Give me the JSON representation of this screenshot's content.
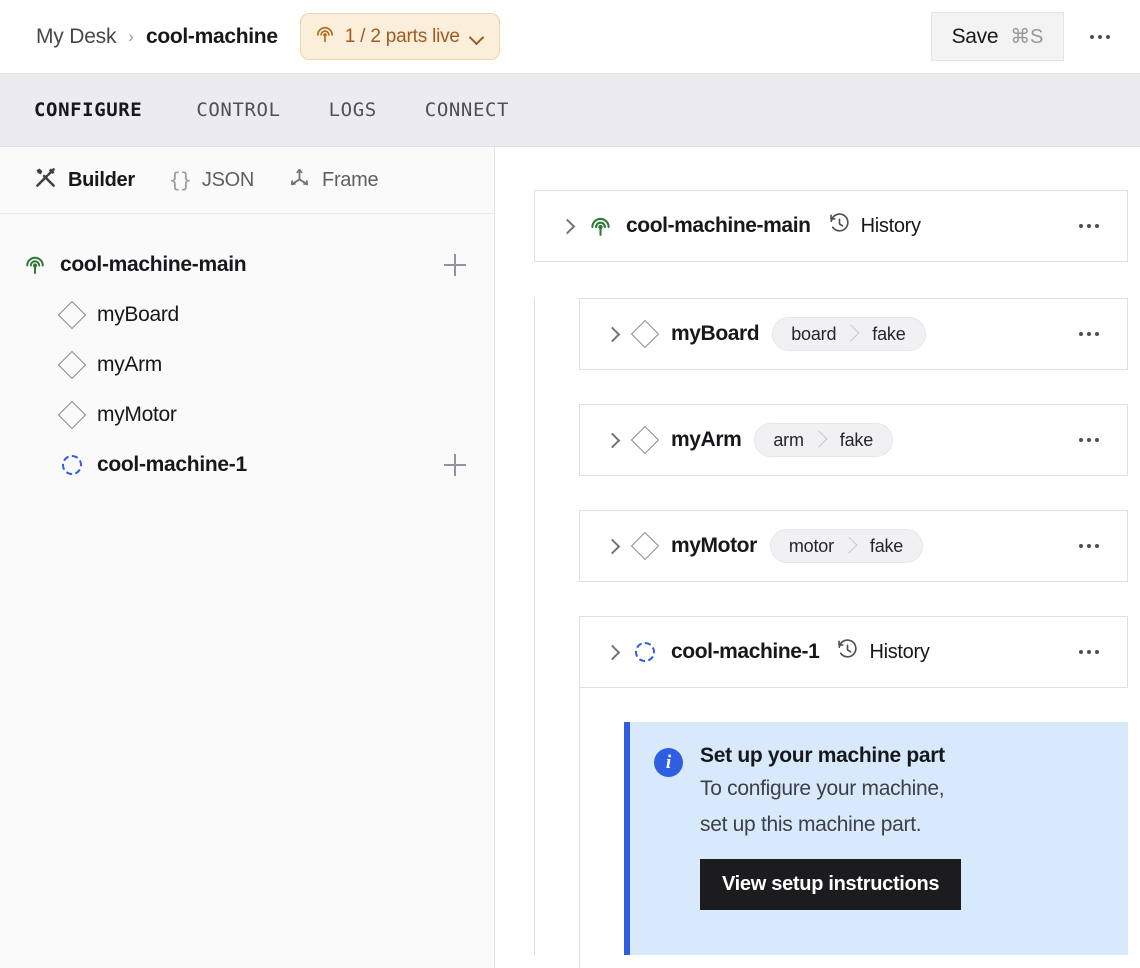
{
  "header": {
    "breadcrumb": {
      "parent": "My Desk",
      "separator": "›",
      "current": "cool-machine"
    },
    "parts_badge": {
      "label": "1 / 2 parts live",
      "icon": "radar-icon",
      "chevron": "chevron-down-icon",
      "bg_color": "#fbeedb",
      "text_color": "#9d5c22"
    },
    "save_button": {
      "label": "Save",
      "shortcut": "⌘S"
    },
    "overflow": "more-options-icon"
  },
  "tabs": [
    {
      "label": "CONFIGURE",
      "active": true
    },
    {
      "label": "CONTROL",
      "active": false
    },
    {
      "label": "LOGS",
      "active": false
    },
    {
      "label": "CONNECT",
      "active": false
    }
  ],
  "subtabs": [
    {
      "label": "Builder",
      "icon": "tools-icon",
      "active": true
    },
    {
      "label": "JSON",
      "icon": "braces-icon",
      "active": false
    },
    {
      "label": "Frame",
      "icon": "axes-icon",
      "active": false
    }
  ],
  "sidebar": {
    "tree": [
      {
        "label": "cool-machine-main",
        "icon": "radar-icon",
        "level": 0,
        "bold": true,
        "has_add": true,
        "add_label": "+"
      },
      {
        "label": "myBoard",
        "icon": "diamond-icon",
        "level": 1,
        "bold": false,
        "has_add": false
      },
      {
        "label": "myArm",
        "icon": "diamond-icon",
        "level": 1,
        "bold": false,
        "has_add": false
      },
      {
        "label": "myMotor",
        "icon": "diamond-icon",
        "level": 1,
        "bold": false,
        "has_add": false
      },
      {
        "label": "cool-machine-1",
        "icon": "dashed-circle-icon",
        "level": 1,
        "bold": true,
        "has_add": true,
        "add_label": "+"
      }
    ]
  },
  "main": {
    "root_card": {
      "title": "cool-machine-main",
      "icon": "radar-icon",
      "caret": "chevron-right-icon",
      "history_label": "History",
      "history_icon": "clock-history-icon",
      "overflow": "more-options-icon"
    },
    "part_cards": [
      {
        "title": "myBoard",
        "icon": "diamond-icon",
        "caret": "chevron-right-icon",
        "chip": {
          "type": "board",
          "model": "fake"
        },
        "overflow": "more-options-icon"
      },
      {
        "title": "myArm",
        "icon": "diamond-icon",
        "caret": "chevron-right-icon",
        "chip": {
          "type": "arm",
          "model": "fake"
        },
        "overflow": "more-options-icon"
      },
      {
        "title": "myMotor",
        "icon": "diamond-icon",
        "caret": "chevron-right-icon",
        "chip": {
          "type": "motor",
          "model": "fake"
        },
        "overflow": "more-options-icon"
      },
      {
        "title": "cool-machine-1",
        "icon": "dashed-circle-icon",
        "caret": "chevron-right-icon",
        "history_label": "History",
        "history_icon": "clock-history-icon",
        "overflow": "more-options-icon"
      }
    ],
    "callout": {
      "icon": "info-icon",
      "title": "Set up your machine part",
      "line1": "To configure your machine,",
      "line2": "set up this machine part.",
      "button_label": "View setup instructions",
      "accent_color": "#2f5fe0",
      "bg_color": "#d9e9fc"
    }
  }
}
